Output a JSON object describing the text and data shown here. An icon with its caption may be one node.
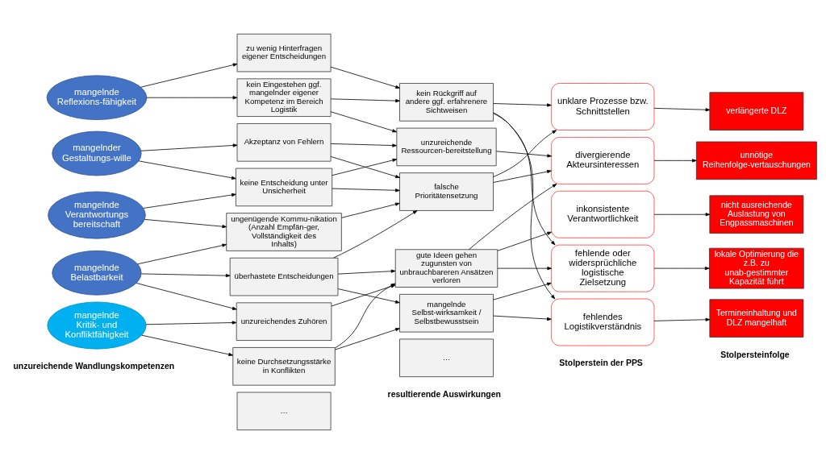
{
  "diagram": {
    "nodes": [
      {
        "text": [
          "mangelnde Reflexions-fähigkeit"
        ]
      },
      {
        "text": [
          "mangelnder Gestaltungs-wille"
        ]
      },
      {
        "text": [
          "mangelnde Verantwortungs bereitschaft"
        ]
      },
      {
        "text": [
          "mangelnde Belastbarkeit"
        ]
      },
      {
        "text": [
          "mangelnde Kritik- und Konfliktfähigkeit"
        ]
      },
      {
        "text": [
          "zu wenig Hinterfragen eigener Entscheidungen"
        ]
      },
      {
        "text": [
          "kein Eingestehen ggf. mangelnder eigener Kompetenz im Bereich Logistik"
        ]
      },
      {
        "text": [
          "Akzeptanz von Fehlern"
        ]
      },
      {
        "text": [
          "keine Entscheidung unter Unsicherheit"
        ]
      },
      {
        "text": [
          "ungenügende Kommu-nikation (Anzahl Empfän-ger, Vollständigkeit des Inhalts)"
        ]
      },
      {
        "text": [
          "überhastete Entscheidungen"
        ]
      },
      {
        "text": [
          "unzureichendes Zuhören"
        ]
      },
      {
        "text": [
          "keine Durchsetzungsstärke in Konflikten"
        ]
      },
      {
        "text": [
          "…"
        ]
      },
      {
        "text": [
          "kein Rückgriff auf andere ggf. erfahrenere Sichtweisen"
        ]
      },
      {
        "text": [
          "unzureichende Ressourcen-bereitstellung"
        ]
      },
      {
        "text": [
          "falsche Prioritätensetzung"
        ]
      },
      {
        "text": [
          "gute Ideen gehen zugunsten von unbrauchbareren Ansätzen verloren"
        ]
      },
      {
        "text": [
          "mangelnde Selbst-wirksamkeit / Selbstbewusstsein"
        ]
      },
      {
        "text": [
          "…"
        ]
      },
      {
        "text": [
          "unklare Prozesse bzw. Schnittstellen"
        ]
      },
      {
        "text": [
          "divergierende Akteursinteressen"
        ]
      },
      {
        "text": [
          "inkonsistente Verantwortlichkeit"
        ]
      },
      {
        "text": [
          "fehlende oder widersprüchliche logistische Zielsetzung"
        ]
      },
      {
        "text": [
          "fehlendes Logistikverständnis"
        ]
      },
      {
        "text": [
          "verlängerte DLZ"
        ]
      },
      {
        "text": [
          "unnötige Reihenfolge-vertauschungen"
        ]
      },
      {
        "text": [
          "nicht ausreichende Auslastung von Engpassmaschinen"
        ]
      },
      {
        "text": [
          "lokale Optimierung die z.B. zu unab-gestimmter Kapazität führt"
        ]
      },
      {
        "text": [
          "Termineinhaltung und DLZ mangelhaft"
        ]
      }
    ],
    "edges": [
      {
        "from": 0,
        "to": 5,
        "arrow": "to"
      },
      {
        "from": 0,
        "to": 6,
        "arrow": "to"
      },
      {
        "from": 1,
        "to": 7,
        "arrow": "to"
      },
      {
        "from": 1,
        "to": 8,
        "arrow": "to"
      },
      {
        "from": 2,
        "to": 8,
        "arrow": "to"
      },
      {
        "from": 2,
        "to": 9,
        "arrow": "to"
      },
      {
        "from": 3,
        "to": 9,
        "arrow": "to"
      },
      {
        "from": 3,
        "to": 10,
        "arrow": "to"
      },
      {
        "from": 3,
        "to": 11,
        "arrow": "to"
      },
      {
        "from": 4,
        "to": 11,
        "arrow": "to"
      },
      {
        "from": 4,
        "to": 12,
        "arrow": "to"
      },
      {
        "from": 5,
        "to": 14,
        "arrow": "to"
      },
      {
        "from": 6,
        "to": 14,
        "arrow": "to"
      },
      {
        "from": 6,
        "to": 15,
        "arrow": "to"
      },
      {
        "from": 7,
        "to": 15,
        "arrow": "to"
      },
      {
        "from": 7,
        "to": 16,
        "arrow": "to"
      },
      {
        "from": 8,
        "to": 15,
        "arrow": "to"
      },
      {
        "from": 8,
        "to": 16,
        "arrow": "to"
      },
      {
        "from": 9,
        "to": 16,
        "arrow": "to"
      },
      {
        "from": 10,
        "to": 16,
        "arrow": "to"
      },
      {
        "from": 10,
        "to": 17,
        "arrow": "to"
      },
      {
        "from": 10,
        "to": 18,
        "arrow": "to"
      },
      {
        "from": 11,
        "to": 17,
        "arrow": "to"
      },
      {
        "from": 12,
        "to": 17,
        "arrow": "to"
      },
      {
        "from": 12,
        "to": 18,
        "arrow": "to"
      },
      {
        "from": 14,
        "to": 20,
        "arrow": "to"
      },
      {
        "from": 14,
        "to": 23,
        "arrow": "to"
      },
      {
        "from": 14,
        "to": 24,
        "arrow": "to"
      },
      {
        "from": 15,
        "to": 21,
        "arrow": "to"
      },
      {
        "from": 16,
        "to": 20,
        "arrow": "to"
      },
      {
        "from": 16,
        "to": 21,
        "arrow": "to"
      },
      {
        "from": 17,
        "to": 21,
        "arrow": "to"
      },
      {
        "from": 17,
        "to": 22,
        "arrow": "to"
      },
      {
        "from": 17,
        "to": 23,
        "arrow": "to"
      },
      {
        "from": 18,
        "to": 23,
        "arrow": "to"
      },
      {
        "from": 18,
        "to": 24,
        "arrow": "to"
      },
      {
        "from": 20,
        "to": 25,
        "arrow": "to"
      },
      {
        "from": 21,
        "to": 26,
        "arrow": "to"
      },
      {
        "from": 22,
        "to": 27,
        "arrow": "to"
      },
      {
        "from": 23,
        "to": 28,
        "arrow": "to"
      },
      {
        "from": 24,
        "to": 29,
        "arrow": "to"
      }
    ],
    "labels": [
      "unzureichende Wandlungskompetenzen",
      "resultierende Auswirkungen",
      "Stolperstein der PPS",
      "Stolpersteinfolge"
    ]
  }
}
